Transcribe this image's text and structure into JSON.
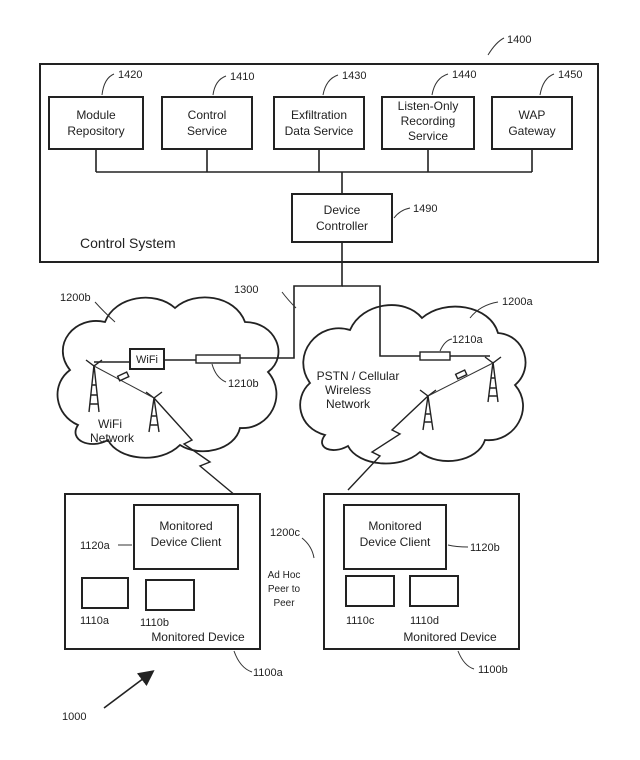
{
  "control_system": {
    "ref": "1400",
    "label": "Control System",
    "modules": [
      {
        "lines": [
          "Module",
          "Repository"
        ],
        "ref": "1420"
      },
      {
        "lines": [
          "Control",
          "Service"
        ],
        "ref": "1410"
      },
      {
        "lines": [
          "Exfiltration",
          "Data Service"
        ],
        "ref": "1430"
      },
      {
        "lines": [
          "Listen-Only",
          "Recording",
          "Service"
        ],
        "ref": "1440"
      },
      {
        "lines": [
          "WAP",
          "Gateway"
        ],
        "ref": "1450"
      }
    ],
    "device_controller": {
      "lines": [
        "Device",
        "Controller"
      ],
      "ref": "1490"
    }
  },
  "link_ref": "1300",
  "wifi_network": {
    "ref": "1200b",
    "lines": [
      "WiFi",
      "Network"
    ],
    "box_label": "WiFi",
    "link_ref": "1210b"
  },
  "cellular_network": {
    "ref": "1200a",
    "lines": [
      "PSTN / Cellular",
      "Wireless",
      "Network"
    ],
    "link_ref": "1210a"
  },
  "ad_hoc": {
    "ref": "1200c",
    "lines": [
      "Ad Hoc",
      "Peer to",
      "Peer"
    ]
  },
  "devices": [
    {
      "label": "Monitored Device",
      "ref": "1100a",
      "client": {
        "lines": [
          "Monitored",
          "Device Client"
        ],
        "ref": "1120a"
      },
      "components": [
        {
          "ref": "1110a"
        },
        {
          "ref": "1110b"
        }
      ]
    },
    {
      "label": "Monitored Device",
      "ref": "1100b",
      "client": {
        "lines": [
          "Monitored",
          "Device Client"
        ],
        "ref": "1120b"
      },
      "components": [
        {
          "ref": "1110c"
        },
        {
          "ref": "1110d"
        }
      ]
    }
  ],
  "system_ref": "1000"
}
